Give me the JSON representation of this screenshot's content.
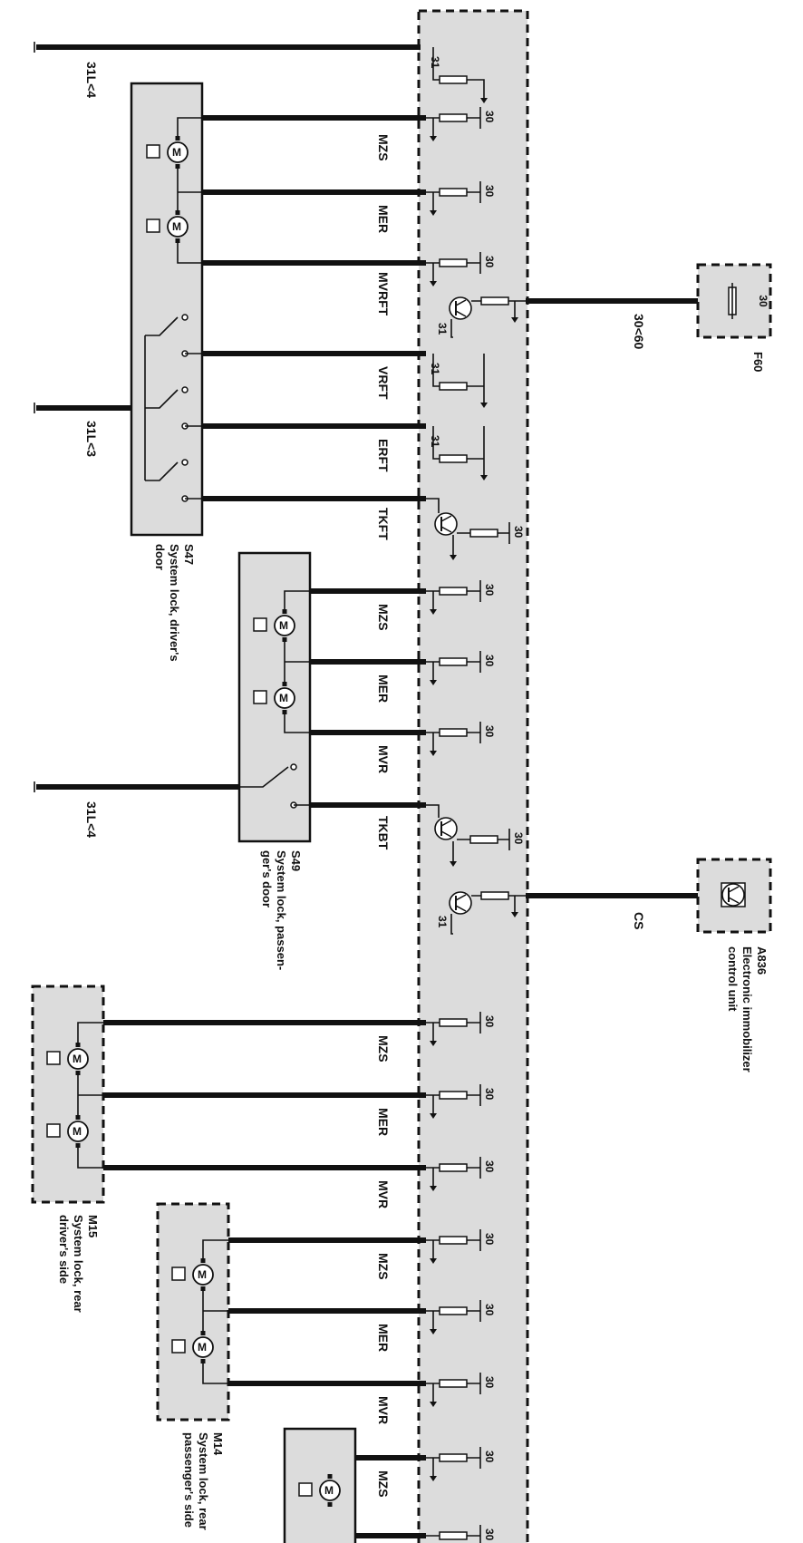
{
  "diagram": {
    "ground_labels": {
      "top": "31L<4",
      "middle": "31L<3",
      "lower": "31L<4"
    },
    "pin30": "30",
    "pin31": "31",
    "motor_symbol": "M",
    "fuse_wire_label": "30<60",
    "cs_wire_label": "CS",
    "signals": {
      "mzs": "MZS",
      "mer": "MER",
      "mvrft": "MVRFT",
      "vrft": "VRFT",
      "erft": "ERFT",
      "tkft": "TKFT",
      "mvr": "MVR",
      "tkbt": "TKBT"
    },
    "components": {
      "s47": {
        "code": "S47",
        "line1": "System lock, driver's",
        "line2": "door"
      },
      "s49": {
        "code": "S49",
        "line1": "System lock, passen-",
        "line2": "ger's door"
      },
      "m15": {
        "code": "M15",
        "line1": "System lock, rear",
        "line2": "driver's side"
      },
      "m14": {
        "code": "M14",
        "line1": "System lock, rear",
        "line2": "passenger's side"
      },
      "a836": {
        "code": "A836",
        "line1": "Electronic immobilizer",
        "line2": "control unit"
      },
      "f60": {
        "code": "F60",
        "pin": "30"
      }
    }
  }
}
